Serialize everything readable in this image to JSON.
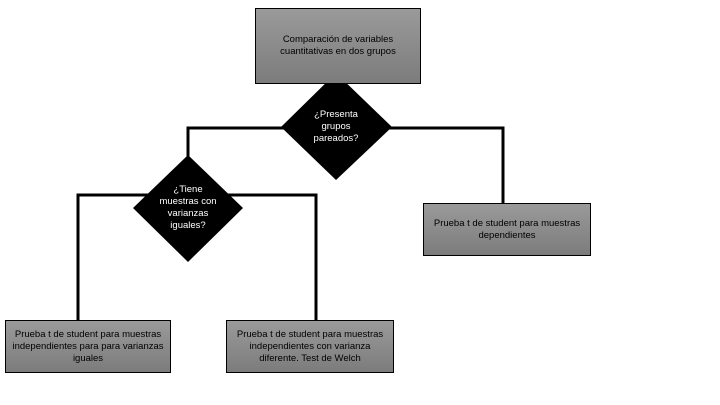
{
  "nodes": {
    "start": "Comparación de variables cuantitativas en dos grupos",
    "decision_paired": "¿Presenta grupos pareados?",
    "decision_variance": "¿Tiene muestras con varianzas iguales?",
    "result_dependent": "Prueba t de student para muestras dependientes",
    "result_equal_var": "Prueba t de student para muestras independientes para para varianzas iguales",
    "result_welch": "Prueba t de student para muestras independientes con varianza diferente. Test de Welch"
  },
  "colors": {
    "box_fill": "#8a8a8a",
    "diamond_fill": "#000000",
    "line": "#000000"
  }
}
